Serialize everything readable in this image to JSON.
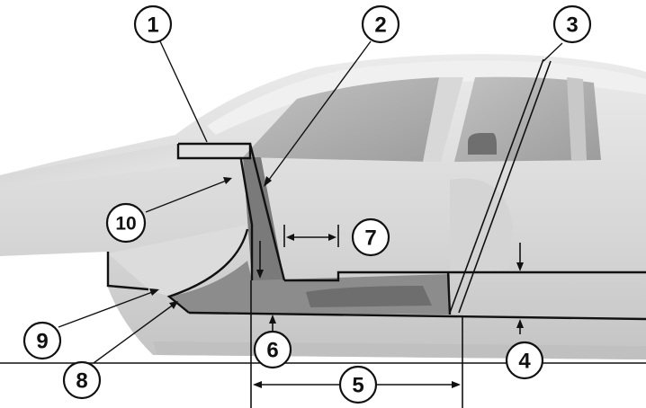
{
  "callouts": [
    {
      "id": "1",
      "label": "1"
    },
    {
      "id": "2",
      "label": "2"
    },
    {
      "id": "3",
      "label": "3"
    },
    {
      "id": "4",
      "label": "4"
    },
    {
      "id": "5",
      "label": "5"
    },
    {
      "id": "6",
      "label": "6"
    },
    {
      "id": "7",
      "label": "7"
    },
    {
      "id": "8",
      "label": "8"
    },
    {
      "id": "9",
      "label": "9"
    },
    {
      "id": "10",
      "label": "10"
    }
  ],
  "colors": {
    "body_light": "#e4e4e4",
    "body_mid": "#cfcfcf",
    "glass": "#a9a9a9",
    "pillar_dark": "#777777",
    "floor_dark": "#8a8a8a",
    "line": "#111111"
  }
}
